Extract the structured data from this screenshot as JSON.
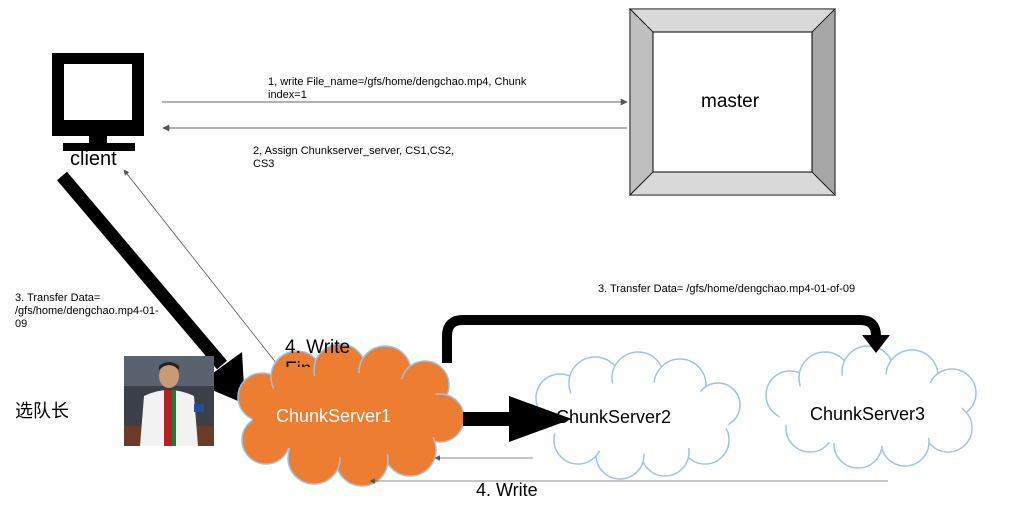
{
  "nodes": {
    "client": "client",
    "master": "master",
    "cs1": "ChunkServer1",
    "cs2": "ChunkServer2",
    "cs3": "ChunkServer3"
  },
  "edges": {
    "e1_line1": "1,  write File_name=/gfs/home/dengchao.mp4, Chunk",
    "e1_line2": "index=1",
    "e2_line1": "2, Assign Chunkserver_server, CS1,CS2,",
    "e2_line2": "CS3",
    "e3_left_line1": "3. Transfer Data=",
    "e3_left_line2": "/gfs/home/dengchao.mp4-01-",
    "e3_left_line3": "09",
    "e3_right": "3. Transfer Data= /gfs/home/dengchao.mp4-01-of-09",
    "write_bottom": "4. Write",
    "write_upper_line1": "4. Write",
    "write_upper_line2": "Fin"
  },
  "side_label": "选队长",
  "colors": {
    "cs1_fill": "#ED7D31",
    "cloud_stroke": "#9DC3E6",
    "master_face": "#FFFFFF",
    "master_bevel_light": "#D9D9D9",
    "master_bevel_dark": "#8C8C8C"
  },
  "icons": {
    "client": "monitor-icon",
    "photo": "person-photo"
  }
}
